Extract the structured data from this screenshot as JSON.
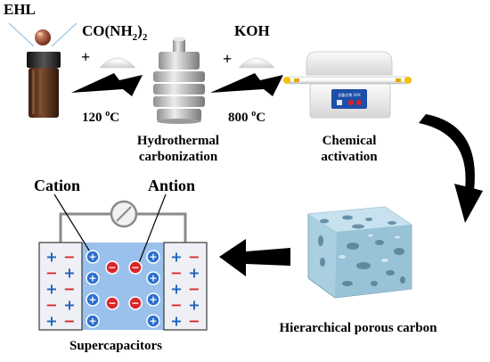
{
  "colors": {
    "arrow": "#000000",
    "electrolyte": "#9ac0ec",
    "electrode": "#eef0f6",
    "electrodeBorder": "#3a3a3a",
    "plus": "#1d62b8",
    "minus": "#d8262a",
    "cation": "#2a6fd0",
    "anion": "#d8262a",
    "carbon": "#a9cfe0",
    "furnace": "#f2f2f2",
    "furnaceDisplay": "#1d4ea8",
    "vial": "#5b3621",
    "bead": "#b0482c",
    "powder": "#e9e9e9",
    "autoclave": "#c4c4c4",
    "circuit": "#8a8a8a"
  },
  "precursor": {
    "label": "EHL"
  },
  "step1": {
    "plus": "+",
    "reagent": "CO(NH",
    "reagent_sub": "2",
    "reagent_close": ")",
    "reagent_sub2": "2",
    "temp_value": "120 ",
    "temp_unit_o": "o",
    "temp_unit_c": "C"
  },
  "hydrothermal": {
    "line1": "Hydrothermal",
    "line2": "carbonization"
  },
  "step2": {
    "plus": "+",
    "reagent": "KOH",
    "temp_value": "800 ",
    "temp_unit_o": "o",
    "temp_unit_c": "C"
  },
  "furnace": {
    "display_text": "设备名称 XXX"
  },
  "activation": {
    "line1": "Chemical",
    "line2": "activation"
  },
  "product": {
    "label": "Hierarchical porous carbon"
  },
  "device": {
    "label": "Supercapacitors",
    "cation_label": "Cation",
    "anion_label": "Antion"
  },
  "icons": {
    "step_arrow": "big-right-arrow-icon",
    "curved_arrow": "curved-down-arrow-icon",
    "back_arrow": "left-arrow-icon",
    "lamp": "lamp-icon",
    "autoclave": "autoclave-icon",
    "tube_furnace": "tube-furnace-icon",
    "porous_carbon": "porous-carbon-block-icon",
    "powder": "powder-pile-icon",
    "vial": "vial-icon"
  }
}
